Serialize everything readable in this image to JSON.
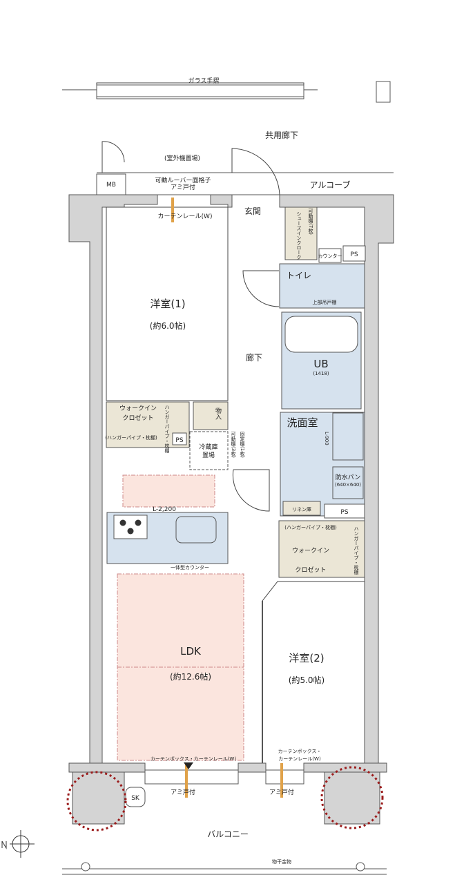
{
  "colors": {
    "wet_area": "#d6e2ee",
    "storage": "#ebe6d6",
    "furniture": "#fbe5de",
    "wall": "#d4d4d4",
    "circle_mark": "#9b1c1c",
    "arrow": "#e0a24a"
  },
  "top": {
    "glass_rail": "ガラス手摺",
    "corridor": "共用廊下",
    "outdoor_unit": "(室外機置場)",
    "mb": "MB",
    "louver": "可動ルーバー面格子",
    "screen_door": "アミ戸付",
    "alcove": "アルコーブ",
    "curtain_rail": "カーテンレール(W)"
  },
  "entrance": {
    "label": "玄関",
    "shelf": "可動棚(7枚)",
    "shoe_closet": "シューズインクローク",
    "counter": "カウンター",
    "ps": "PS"
  },
  "toilet": {
    "label": "トイレ",
    "cabinet": "上部吊戸棚"
  },
  "room1": {
    "label": "洋室(1)",
    "size": "(約6.0帖)"
  },
  "hallway": "廊下",
  "bath": {
    "label": "UB",
    "size": "(1418)"
  },
  "wic1": {
    "line1": "ウォークイン",
    "line2": "クロゼット",
    "hanger_v": "ハンガーパイプ・枕棚",
    "hanger": "(ハンガーパイプ・枕棚)",
    "ps": "PS"
  },
  "storage": "物入",
  "fridge": {
    "line1": "冷蔵庫",
    "line2": "置場"
  },
  "shelves": {
    "movable": "可動棚(3枚)",
    "fixed": "固定棚(1枚)"
  },
  "washroom": {
    "label": "洗面室",
    "vanity": "L-900",
    "pan": "防水パン",
    "pan_size": "(640×640)",
    "linen": "リネン庫",
    "ps": "PS"
  },
  "kitchen": {
    "length": "L-2,200",
    "counter": "一体型カウンター"
  },
  "wic2": {
    "hanger": "(ハンガーパイプ・枕棚)",
    "line1": "ウォークイン",
    "line2": "クロゼット",
    "hanger_v": "ハンガーパイプ・枕棚"
  },
  "ldk": {
    "label": "LDK",
    "size": "(約12.6帖)"
  },
  "room2": {
    "label": "洋室(2)",
    "size": "(約5.0帖)"
  },
  "bottom": {
    "curtain_box_left": "カーテンボックス・カーテンレール(W)",
    "curtain_box_right_1": "カーテンボックス・",
    "curtain_box_right_2": "カーテンレール(W)",
    "screen_left": "アミ戸付",
    "screen_right": "アミ戸付",
    "sk": "SK",
    "balcony": "バルコニー",
    "drying": "物干金物"
  }
}
